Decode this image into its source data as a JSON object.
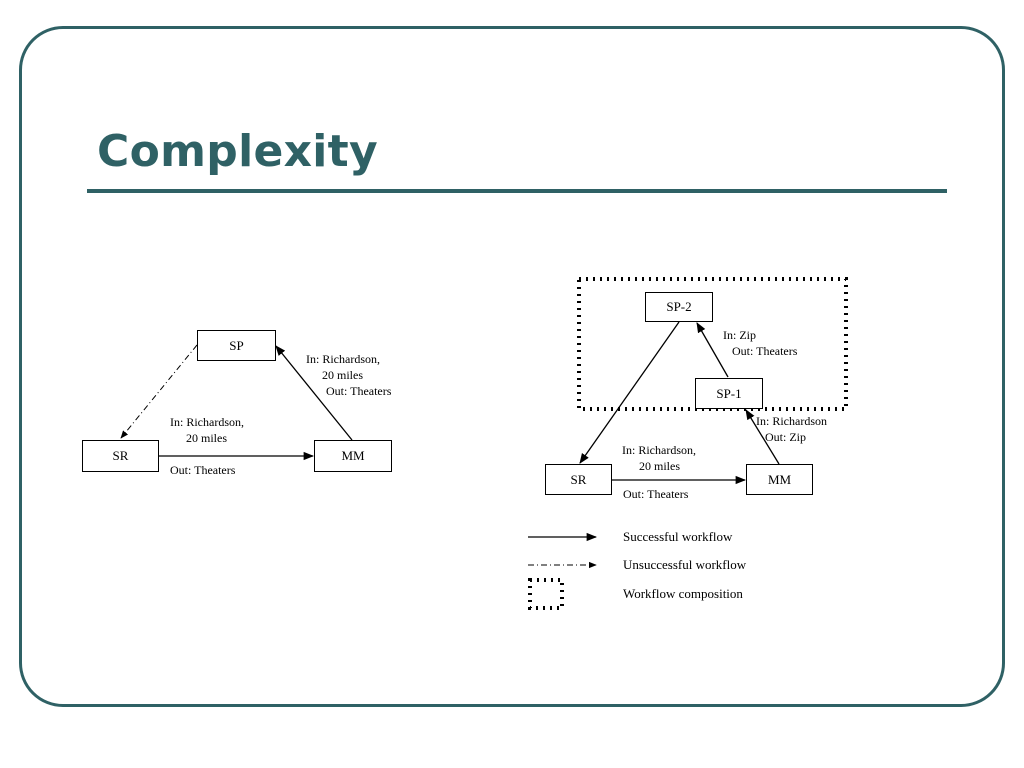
{
  "slide": {
    "title": "Complexity",
    "accent_color": "#2f6165"
  },
  "left_diagram": {
    "nodes": {
      "sp": "SP",
      "sr": "SR",
      "mm": "MM"
    },
    "labels": {
      "mm_to_sp_in_1": "In: Richardson,",
      "mm_to_sp_in_2": "20 miles",
      "mm_to_sp_out": "Out: Theaters",
      "sr_to_mm_in_1": "In: Richardson,",
      "sr_to_mm_in_2": "20 miles",
      "sr_to_mm_out": "Out: Theaters"
    }
  },
  "right_diagram": {
    "nodes": {
      "sp2": "SP-2",
      "sp1": "SP-1",
      "sr": "SR",
      "mm": "MM"
    },
    "labels": {
      "sp1_to_sp2_in": "In: Zip",
      "sp1_to_sp2_out": "Out: Theaters",
      "mm_to_sp1_in": "In: Richardson",
      "mm_to_sp1_out": "Out: Zip",
      "sr_to_mm_in_1": "In: Richardson,",
      "sr_to_mm_in_2": "20 miles",
      "sr_to_mm_out": "Out: Theaters"
    }
  },
  "legend": {
    "successful": "Successful workflow",
    "unsuccessful": "Unsuccessful workflow",
    "composition": "Workflow composition"
  }
}
